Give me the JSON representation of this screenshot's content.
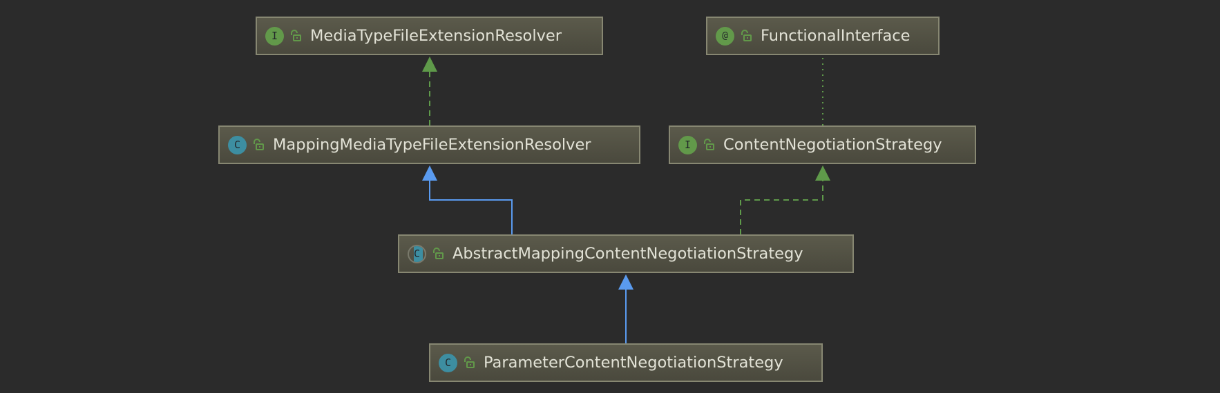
{
  "diagram": {
    "nodes": {
      "media_type_resolver": {
        "kind": "I",
        "kind_type": "interface",
        "name": "MediaTypeFileExtensionResolver"
      },
      "functional_interface": {
        "kind": "@",
        "kind_type": "annotation",
        "name": "FunctionalInterface"
      },
      "mapping_resolver": {
        "kind": "C",
        "kind_type": "class",
        "name": "MappingMediaTypeFileExtensionResolver"
      },
      "content_negotiation_strategy": {
        "kind": "I",
        "kind_type": "interface",
        "name": "ContentNegotiationStrategy"
      },
      "abstract_mapping_strategy": {
        "kind": "C",
        "kind_type": "abstract-class",
        "name": "AbstractMappingContentNegotiationStrategy"
      },
      "parameter_strategy": {
        "kind": "C",
        "kind_type": "class",
        "name": "ParameterContentNegotiationStrategy"
      }
    },
    "edges": [
      {
        "from": "mapping_resolver",
        "to": "media_type_resolver",
        "type": "implements"
      },
      {
        "from": "content_negotiation_strategy",
        "to": "functional_interface",
        "type": "annotated-by"
      },
      {
        "from": "abstract_mapping_strategy",
        "to": "mapping_resolver",
        "type": "extends"
      },
      {
        "from": "abstract_mapping_strategy",
        "to": "content_negotiation_strategy",
        "type": "implements"
      },
      {
        "from": "parameter_strategy",
        "to": "abstract_mapping_strategy",
        "type": "extends"
      }
    ],
    "colors": {
      "background": "#2b2b2b",
      "node_fill": "#53523f",
      "node_border": "#878772",
      "node_text": "#e2e2d6",
      "interface_badge": "#62994a",
      "class_badge": "#3d8ea1",
      "extends_edge": "#5a9bf0",
      "implements_edge": "#5f9a4a",
      "annotation_edge": "#5f9a4a"
    }
  }
}
